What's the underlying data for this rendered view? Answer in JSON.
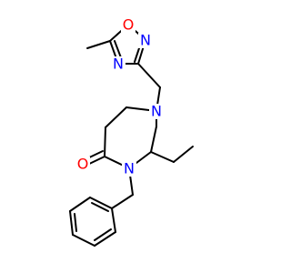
{
  "molecule": {
    "atoms": {
      "o_ring": {
        "symbol": "O",
        "color": "#ff0000"
      },
      "n_oxa_top": {
        "symbol": "N",
        "color": "#0000ff"
      },
      "n_oxa_left": {
        "symbol": "N",
        "color": "#0000ff"
      },
      "n_diazepane_top": {
        "symbol": "N",
        "color": "#0000ff"
      },
      "n_diazepane_bottom": {
        "symbol": "N",
        "color": "#0000ff"
      },
      "o_carbonyl": {
        "symbol": "O",
        "color": "#ff0000"
      }
    }
  }
}
